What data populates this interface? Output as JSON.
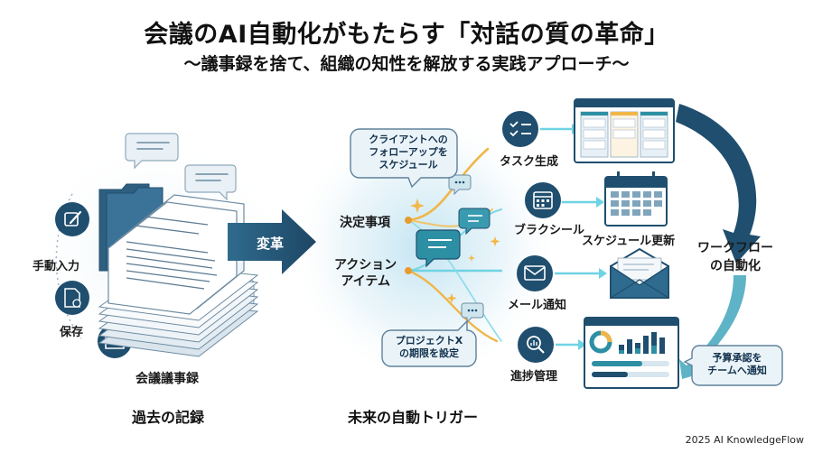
{
  "header": {
    "title": "会議のAI自動化がもたらす「対話の質の革命」",
    "subtitle": "〜議事録を捨て、組織の知性を解放する実践アプローチ〜"
  },
  "left": {
    "manual_input_label": "手動入力",
    "save_label": "保存",
    "minutes_label": "会議議事録",
    "section_label": "過去の記録"
  },
  "center": {
    "arrow_label": "変革",
    "decision_label": "決定事項",
    "action_label_line1": "アクション",
    "action_label_line2": "アイテム",
    "bubble_top_line1": "クライアントへの",
    "bubble_top_line2": "フォローアップを",
    "bubble_top_line3": "スケジュール",
    "bubble_bottom_line1": "プロジェクトX",
    "bubble_bottom_line2": "の期限を設定",
    "section_label": "未来の自動トリガー"
  },
  "right": {
    "task_label": "タスク生成",
    "calendar_label": "ブラクシール",
    "schedule_label": "スケジュール更新",
    "mail_label": "メール通知",
    "progress_label": "進捗管理",
    "workflow_line1": "ワークフロー",
    "workflow_line2": "の自動化",
    "budget_line1": "予算承認を",
    "budget_line2": "チームへ通知"
  },
  "footer": {
    "credit": "2025 AI KnowledgeFlow"
  },
  "colors": {
    "navy": "#1f4e6e",
    "teal": "#2d8fa3",
    "light_blue": "#d6e9f3",
    "orange_line": "#f0b64a",
    "cyan_line": "#6fd3e3"
  }
}
